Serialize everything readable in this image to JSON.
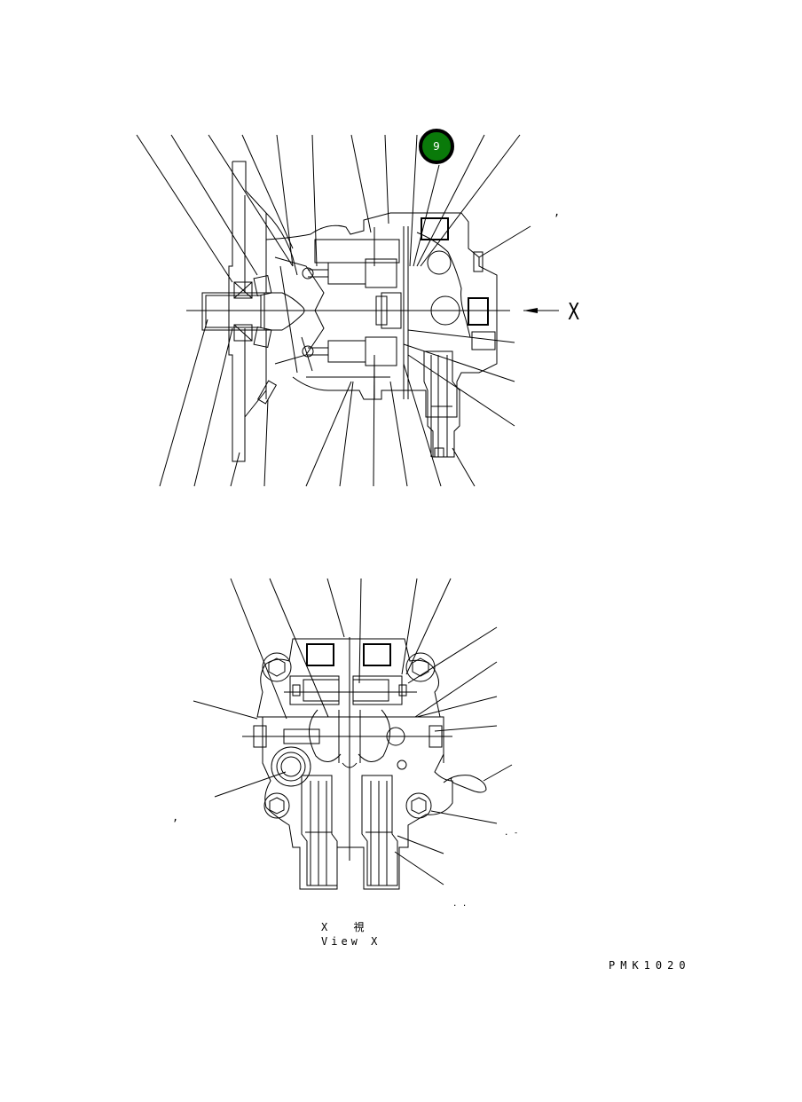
{
  "drawing": {
    "highlighted_callout": {
      "number": "9",
      "color": "#0a7a0a"
    },
    "view_direction_label": "X",
    "view_caption_jp": "X 視",
    "view_caption_en": "View X",
    "drawing_code": "PMK1020",
    "stray_marks": [
      ",",
      ",",
      ". -",
      ". ."
    ]
  }
}
